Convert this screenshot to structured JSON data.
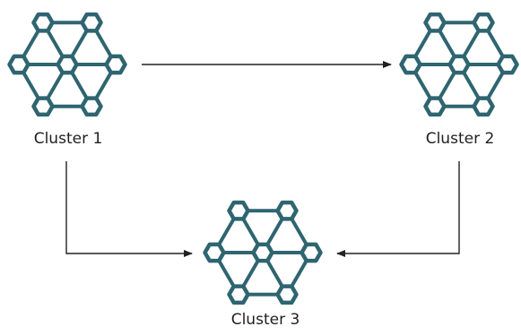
{
  "clusters": [
    {
      "id": "c1",
      "label": "Cluster 1"
    },
    {
      "id": "c2",
      "label": "Cluster 2"
    },
    {
      "id": "c3",
      "label": "Cluster 3"
    }
  ],
  "connections": [
    {
      "from": "c1",
      "to": "c2"
    },
    {
      "from": "c1",
      "to": "c3"
    },
    {
      "from": "c2",
      "to": "c3"
    }
  ],
  "colors": {
    "node_stroke": "#2e6570",
    "arrow": "#222222",
    "label": "#1f1f1f"
  },
  "icon": "network-cluster-icon"
}
